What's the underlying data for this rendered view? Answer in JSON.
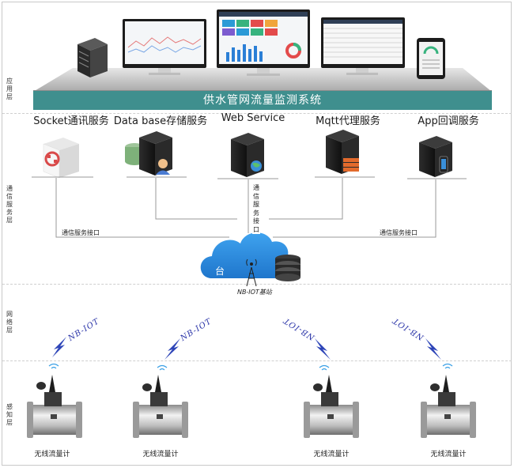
{
  "layers": [
    {
      "name": "应用层",
      "chars": [
        "应",
        "用",
        "层"
      ]
    },
    {
      "name": "通信服务层",
      "chars": [
        "通",
        "信",
        "服",
        "务",
        "层"
      ]
    },
    {
      "name": "网络层",
      "chars": [
        "网",
        "络",
        "层"
      ]
    },
    {
      "name": "感知层",
      "chars": [
        "感",
        "知",
        "层"
      ]
    }
  ],
  "system_title": "供水管网流量监测系统",
  "services": [
    {
      "label": "Socket通讯服务"
    },
    {
      "label": "Data base存储服务"
    },
    {
      "label": "Web Service"
    },
    {
      "label": "Mqtt代理服务"
    },
    {
      "label": "App回调服务"
    }
  ],
  "interface_left": "通信服务接口",
  "interface_right": "通信服务接口",
  "interface_center_chars": [
    "通",
    "信",
    "服",
    "务",
    "接",
    "口"
  ],
  "platform_text": "台",
  "base_station": "NB-IOT基站",
  "network_labels": [
    "NB-IOT",
    "NB-IOT",
    "NB-IOT",
    "NB-IOT"
  ],
  "devices": [
    {
      "label": "无线流量计"
    },
    {
      "label": "无线流量计"
    },
    {
      "label": "无线流量计"
    },
    {
      "label": "无线流量计"
    }
  ],
  "colors": {
    "title_bar": "#3f8f8e",
    "cloud": "#2f8fe0",
    "lightning": "#2e45b8",
    "platform_gray": "#b9b9b9"
  }
}
